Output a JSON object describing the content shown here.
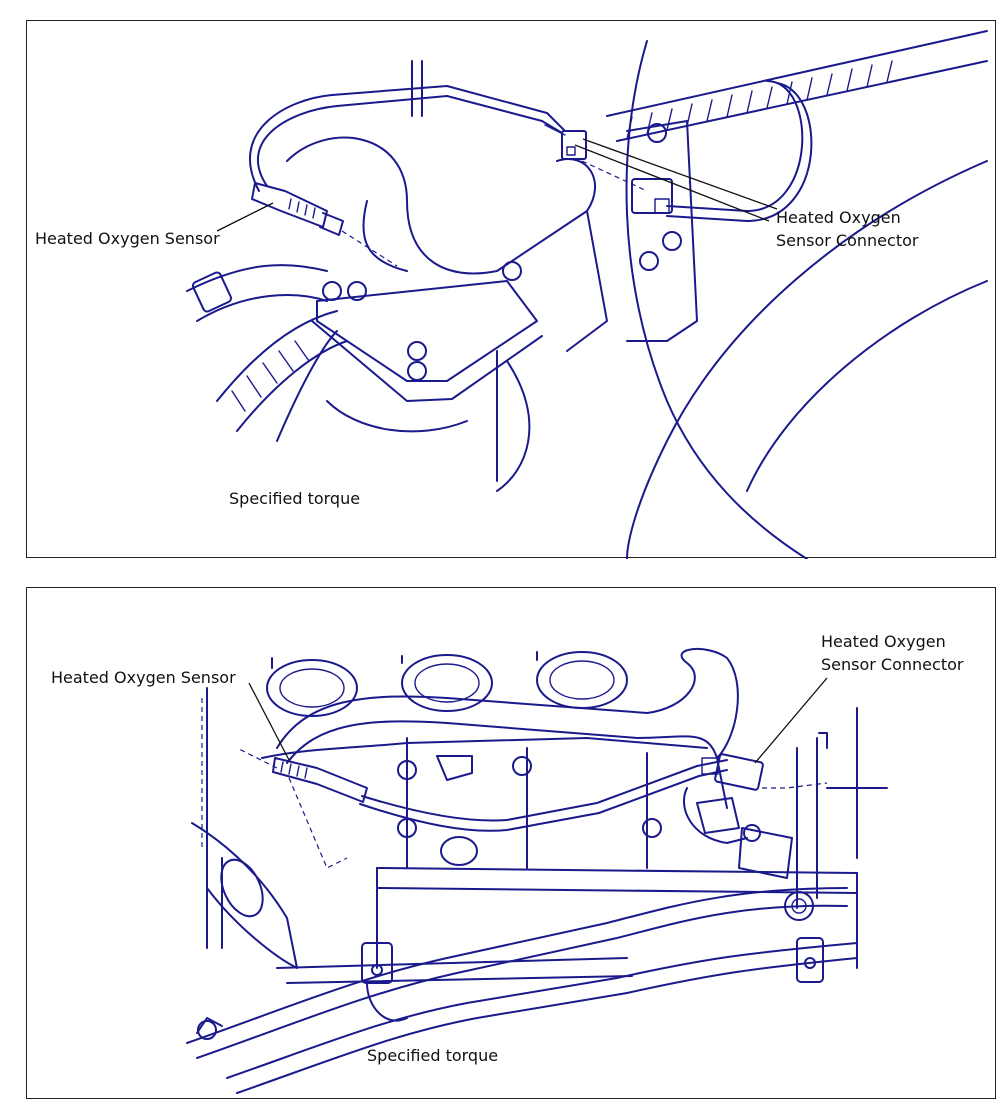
{
  "colors": {
    "line_art": "#1a1a8c",
    "frame": "#222222",
    "text": "#111111",
    "background": "#ffffff"
  },
  "panel_top": {
    "sensor_label": "Heated Oxygen Sensor",
    "connector_label_line1": "Heated Oxygen",
    "connector_label_line2": "Sensor Connector",
    "torque_label": "Specified torque"
  },
  "panel_bottom": {
    "sensor_label": "Heated Oxygen Sensor",
    "connector_label_line1": "Heated Oxygen",
    "connector_label_line2": "Sensor Connector",
    "torque_label": "Specified torque"
  }
}
